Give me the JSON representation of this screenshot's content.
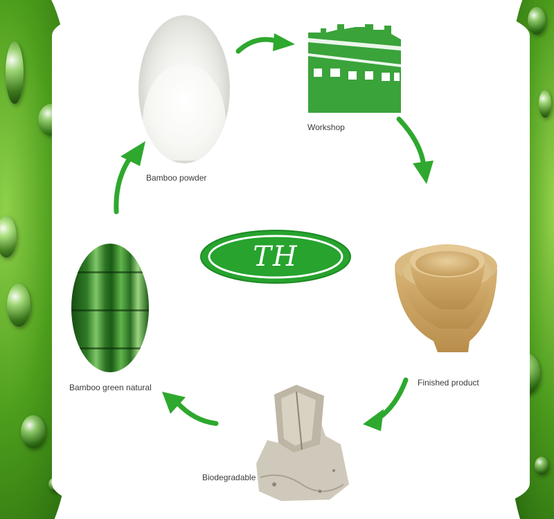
{
  "logo": {
    "text": "TH"
  },
  "steps": [
    {
      "id": "bamboo-powder",
      "label": "Bamboo powder"
    },
    {
      "id": "workshop",
      "label": "Workshop"
    },
    {
      "id": "finished-product",
      "label": "Finished product"
    },
    {
      "id": "biodegradable",
      "label": "Biodegradable"
    },
    {
      "id": "bamboo-green-natural",
      "label": "Bamboo green natural"
    }
  ],
  "colors": {
    "arrow_green": "#2ea82e",
    "logo_green": "#27a32e",
    "workshop_green": "#3aa33a",
    "leaf_green": "#4c9d1c"
  }
}
